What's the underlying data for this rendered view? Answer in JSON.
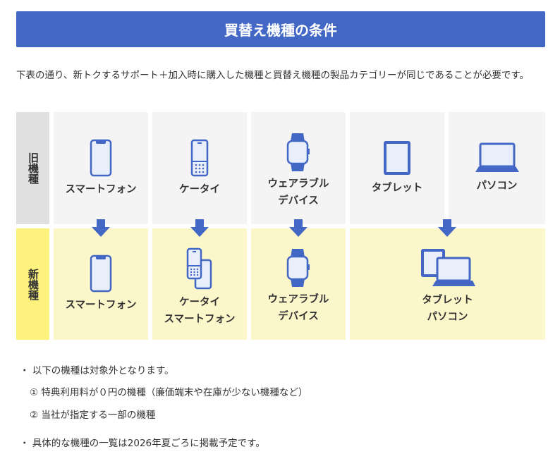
{
  "header": {
    "title": "買替え機種の条件"
  },
  "intro": "下表の通り、新トクするサポート＋加入時に購入した機種と買替え機種の製品カテゴリーが同じであることが必要です。",
  "rows": {
    "old_label": "旧機種",
    "new_label": "新機種"
  },
  "old": [
    [
      "スマートフォン"
    ],
    [
      "ケータイ"
    ],
    [
      "ウェアラブル",
      "デバイス"
    ],
    [
      "タブレット"
    ],
    [
      "パソコン"
    ]
  ],
  "new": [
    [
      "スマートフォン"
    ],
    [
      "ケータイ",
      "スマートフォン"
    ],
    [
      "ウェアラブル",
      "デバイス"
    ],
    [
      "タブレット",
      "パソコン"
    ]
  ],
  "notes": {
    "bullet1": "・ 以下の機種は対象外となります。",
    "sub1": "①  特典利用料が０円の機種（廉価端末や在庫が少ない機種など）",
    "sub2": "②  当社が指定する一部の機種",
    "bullet2": "・ 具体的な機種の一覧は2026年夏ごろに掲載予定です。"
  },
  "colors": {
    "accent": "#4267c4",
    "old_bg": "#f4f4f4",
    "new_bg": "#fcf6cb",
    "old_label_bg": "#e0e0e0",
    "new_label_bg": "#fdf27e"
  }
}
